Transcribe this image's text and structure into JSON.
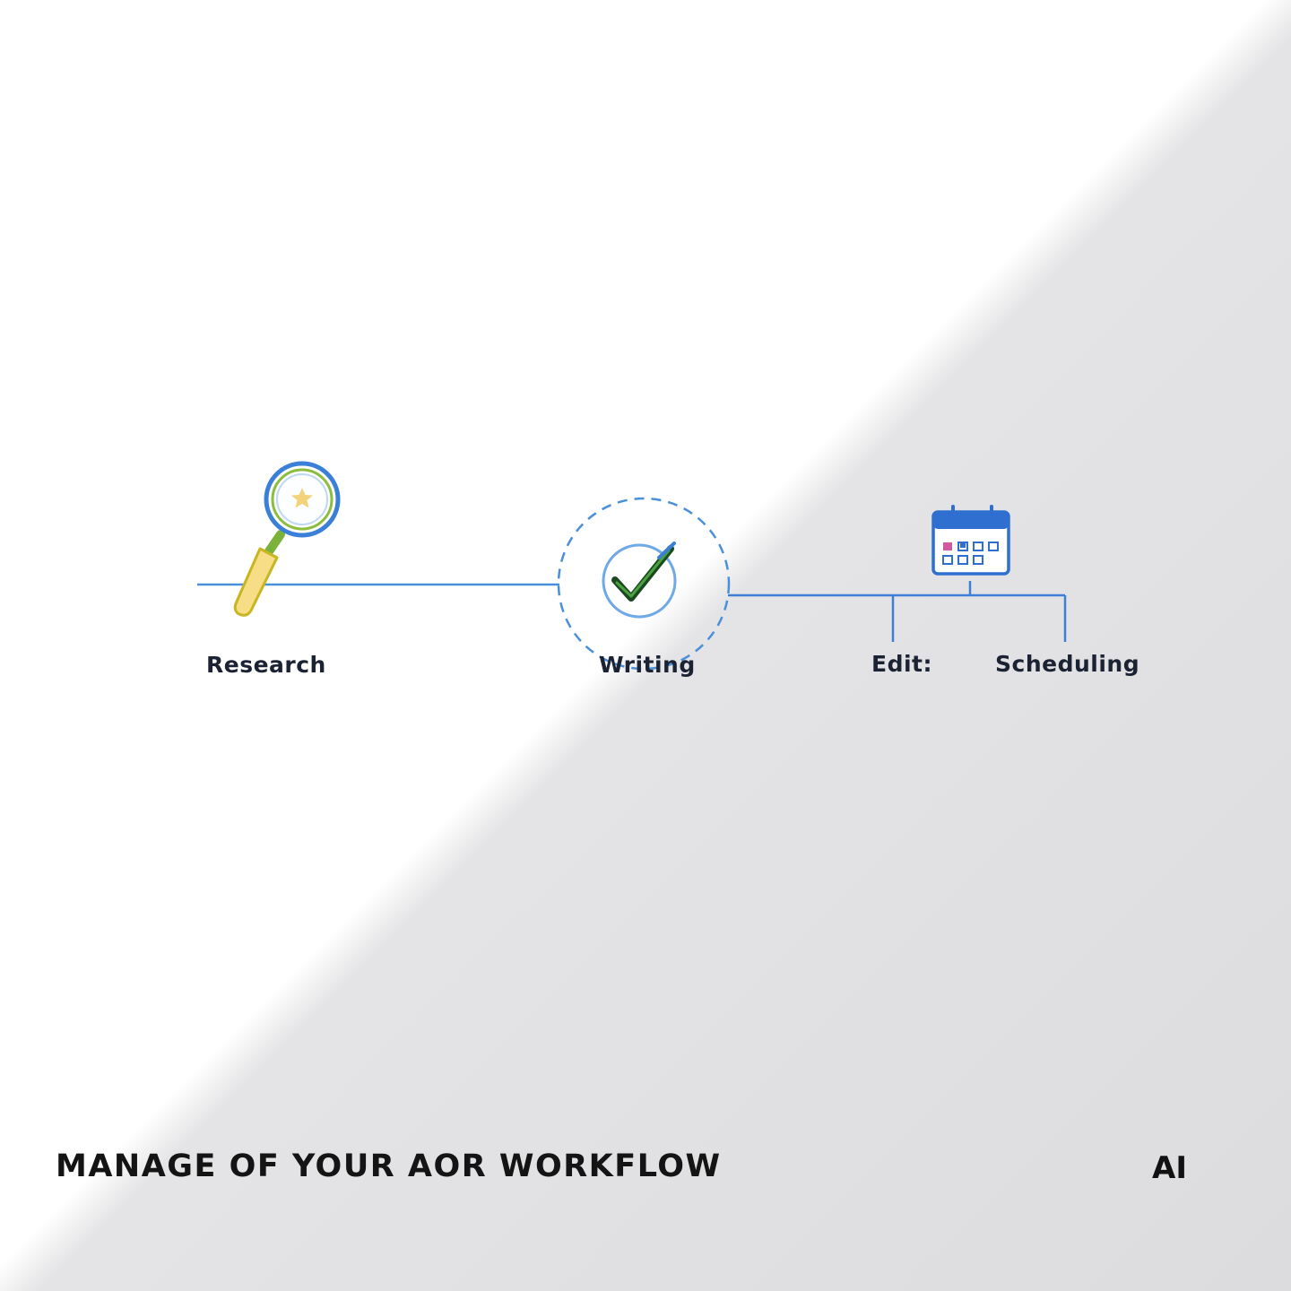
{
  "diagram": {
    "steps": [
      {
        "label": "Research",
        "icon": "magnifier-star-icon"
      },
      {
        "label": "Writing",
        "icon": "checkmark-circle-icon"
      },
      {
        "label": "Edit:",
        "icon": ""
      },
      {
        "label": "Scheduling",
        "icon": "calendar-icon"
      }
    ]
  },
  "footer": {
    "title": "MANAGE OF YOUR AOR WORKFLOW",
    "logo": "AI"
  },
  "colors": {
    "line": "#4a90d9",
    "accent_blue": "#2f6fd0",
    "yellow": "#f0d36a",
    "green": "#2e7d32",
    "text": "#1b2233",
    "bg_light": "#ffffff",
    "bg_gray": "#e0e0e2"
  }
}
